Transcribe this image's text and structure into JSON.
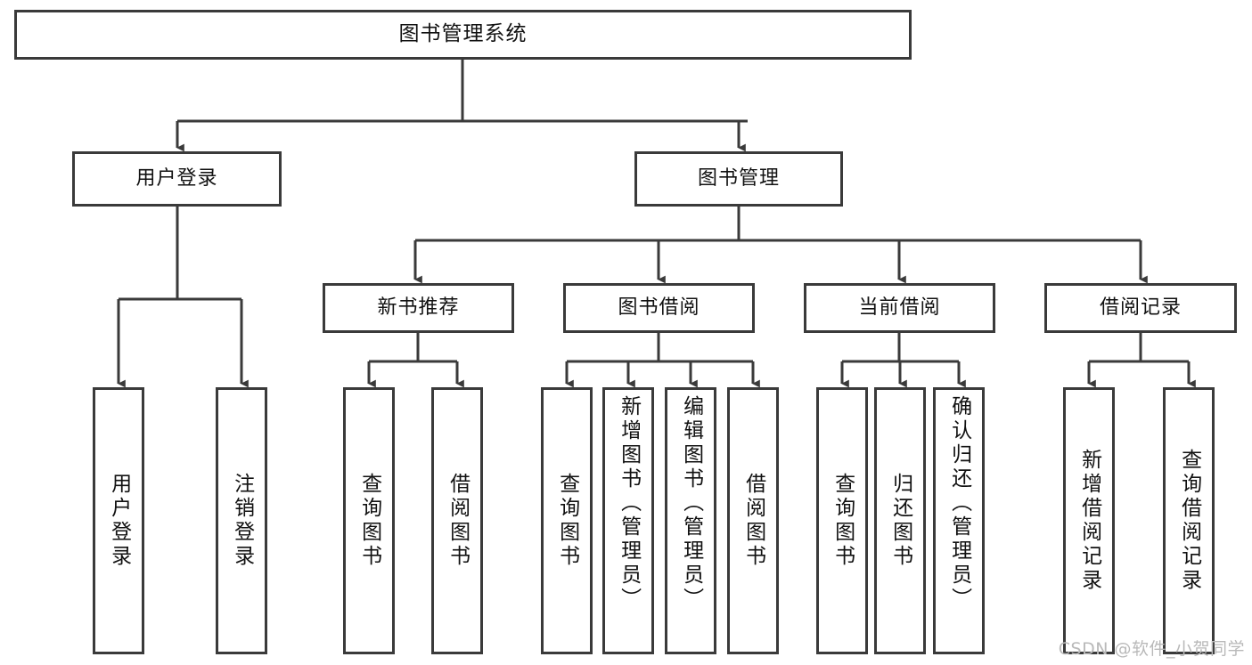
{
  "diagram": {
    "title": "图书管理系统",
    "type": "hierarchy-tree",
    "root": {
      "label": "图书管理系统"
    },
    "level2": [
      {
        "label": "用户登录"
      },
      {
        "label": "图书管理"
      }
    ],
    "level3": [
      {
        "label": "新书推荐"
      },
      {
        "label": "图书借阅"
      },
      {
        "label": "当前借阅"
      },
      {
        "label": "借阅记录"
      }
    ],
    "leaves": {
      "user_login": [
        {
          "label": "用户登录"
        },
        {
          "label": "注销登录"
        }
      ],
      "new_book_recommend": [
        {
          "label": "查询图书"
        },
        {
          "label": "借阅图书"
        }
      ],
      "book_borrow": [
        {
          "label": "查询图书"
        },
        {
          "label": "新增图书（管理员）"
        },
        {
          "label": "编辑图书（管理员）"
        },
        {
          "label": "借阅图书"
        }
      ],
      "current_borrow": [
        {
          "label": "查询图书"
        },
        {
          "label": "归还图书"
        },
        {
          "label": "确认归还（管理员）"
        }
      ],
      "borrow_record": [
        {
          "label": "新增借阅记录"
        },
        {
          "label": "查询借阅记录"
        }
      ]
    }
  },
  "watermark": {
    "text": "CSDN @软件_小贺同学"
  },
  "colors": {
    "border": "#3a3a3a",
    "background": "#ffffff",
    "text": "#111111",
    "watermark": "#b9b9b9"
  }
}
